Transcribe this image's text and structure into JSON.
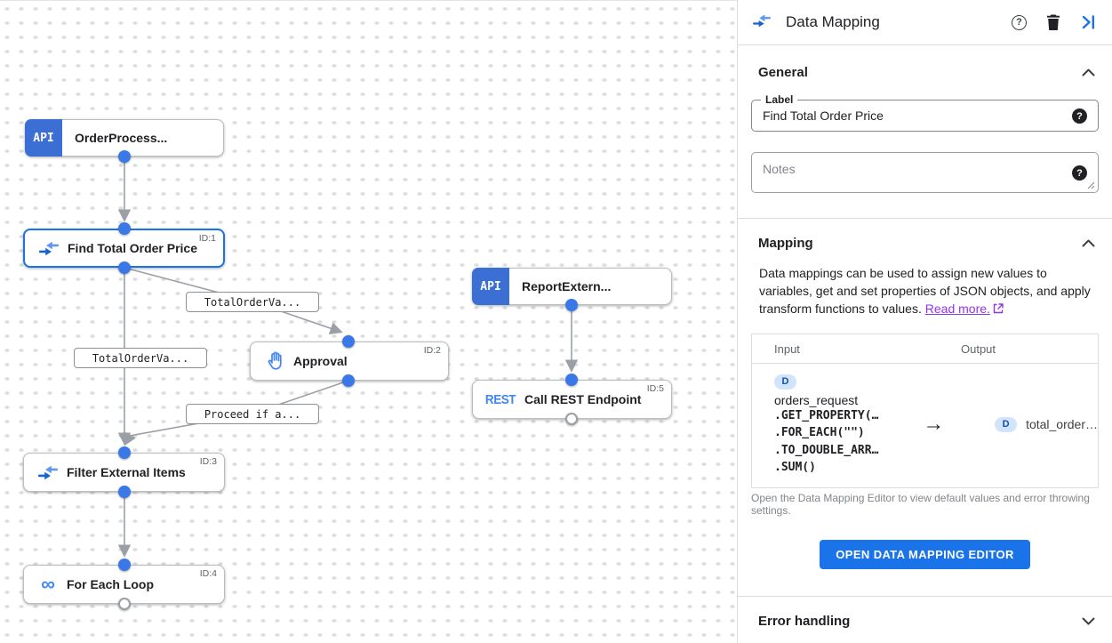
{
  "canvas": {
    "api_badge": "API",
    "rest_badge": "REST",
    "loop_glyph": "∞",
    "nodes": [
      {
        "label": "OrderProcess...",
        "id": "",
        "type": "api"
      },
      {
        "label": "Find Total Order Price",
        "id": "ID:1",
        "type": "mapping",
        "selected": true
      },
      {
        "label": "ReportExtern...",
        "id": "",
        "type": "api"
      },
      {
        "label": "Approval",
        "id": "ID:2",
        "type": "approval"
      },
      {
        "label": "Call REST Endpoint",
        "id": "ID:5",
        "type": "rest"
      },
      {
        "label": "Filter External Items",
        "id": "ID:3",
        "type": "mapping"
      },
      {
        "label": "For Each Loop",
        "id": "ID:4",
        "type": "loop"
      }
    ],
    "edge_labels": [
      {
        "text": "TotalOrderVa..."
      },
      {
        "text": "TotalOrderVa..."
      },
      {
        "text": "Proceed if a..."
      }
    ]
  },
  "panel": {
    "title": "Data Mapping",
    "icons": {
      "help": "?",
      "trash": "trash",
      "collapse": "collapse-right"
    },
    "general": {
      "title": "General",
      "label_field": {
        "label": "Label",
        "value": "Find Total Order Price",
        "help": "?"
      },
      "notes_field": {
        "placeholder": "Notes",
        "help": "?"
      }
    },
    "mapping": {
      "title": "Mapping",
      "description": "Data mappings can be used to assign new values to variables, get and set properties of JSON objects, and apply transform functions to values.",
      "read_more": "Read more.",
      "table": {
        "input_header": "Input",
        "output_header": "Output",
        "input_badge": "D",
        "input_var": "orders_request",
        "input_functions": [
          ".GET_PROPERTY(…",
          ".FOR_EACH(\"\")",
          ".TO_DOUBLE_ARR…",
          ".SUM()"
        ],
        "arrow": "→",
        "output_badge": "D",
        "output_var": "total_order…"
      },
      "footer_note": "Open the Data Mapping Editor to view default values and error throwing settings.",
      "button_label": "OPEN DATA MAPPING EDITOR"
    },
    "error_handling": {
      "title": "Error handling"
    },
    "colors": {
      "accent": "#1a73e8",
      "node_blue": "#3b6fd4",
      "link_purple": "#9334e6"
    }
  }
}
